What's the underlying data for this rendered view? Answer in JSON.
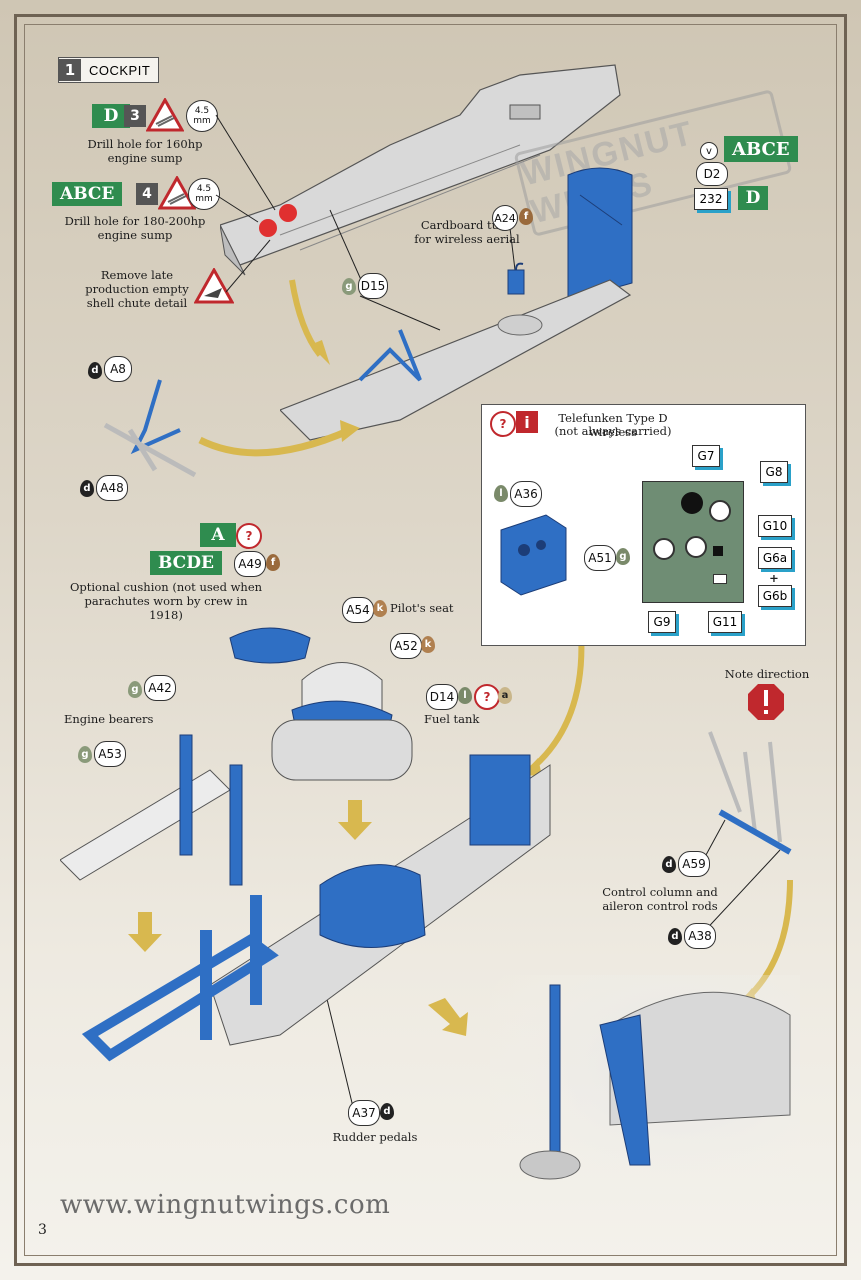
{
  "step": {
    "number": "1",
    "title": "COCKPIT"
  },
  "drill_160": {
    "version": "D",
    "drill_step": "3",
    "size": "4.5",
    "unit": "mm",
    "text": "Drill hole for 160hp engine sump"
  },
  "drill_180": {
    "version": "ABCE",
    "drill_step": "4",
    "size": "4.5",
    "unit": "mm",
    "text": "Drill hole for 180-200hp engine sump"
  },
  "remove_note": "Remove late production empty shell chute detail",
  "logo": {
    "text": "WINGNUT WINGS"
  },
  "decal_callouts": {
    "v_label": "v",
    "version_abce": "ABCE",
    "part_d2": "D2",
    "part_232": "232",
    "version_d": "D"
  },
  "cardboard": {
    "text": "Cardboard tube for wireless aerial",
    "part": "A24",
    "paint": "f"
  },
  "parts": {
    "d15": {
      "id": "D15",
      "paint": "g"
    },
    "a8": {
      "id": "A8",
      "paint": "d"
    },
    "a48": {
      "id": "A48",
      "paint": "d"
    },
    "a49": {
      "id": "A49",
      "paint": "f"
    },
    "a54": {
      "id": "A54",
      "paint": "k"
    },
    "a52": {
      "id": "A52",
      "paint": "k"
    },
    "d14": {
      "id": "D14",
      "paint1": "l",
      "paint2": "a"
    },
    "a42": {
      "id": "A42",
      "paint": "g"
    },
    "a53": {
      "id": "A53",
      "paint": "g"
    },
    "a59": {
      "id": "A59",
      "paint": "d"
    },
    "a38": {
      "id": "A38",
      "paint": "d"
    },
    "a37": {
      "id": "A37",
      "paint": "d"
    }
  },
  "cushion": {
    "version_a": "A",
    "version_bcde": "BCDE",
    "text": "Optional cushion (not used when parachutes worn by crew in 1918)"
  },
  "labels": {
    "pilot_seat": "Pilot's seat",
    "fuel_tank": "Fuel tank",
    "engine_bearers": "Engine bearers",
    "note_direction": "Note direction",
    "control_column": "Control column and aileron control rods",
    "rudder_pedals": "Rudder pedals"
  },
  "wireless": {
    "title": "Telefunken Type D wireless",
    "subtitle": "(not always carried)",
    "a36": {
      "id": "A36",
      "paint": "l"
    },
    "a51": {
      "id": "A51",
      "paint": "g"
    },
    "decals": [
      "G7",
      "G8",
      "G10",
      "G6a",
      "G6b",
      "G9",
      "G11"
    ],
    "plus": "+"
  },
  "footer": {
    "url": "www.wingnutwings.com",
    "page": "3"
  },
  "colors": {
    "part_blue": "#2f6fc4",
    "version_green": "#2f8c4f",
    "arrow_gold": "#d8b84f",
    "grey_part": "#d9d9d9"
  }
}
